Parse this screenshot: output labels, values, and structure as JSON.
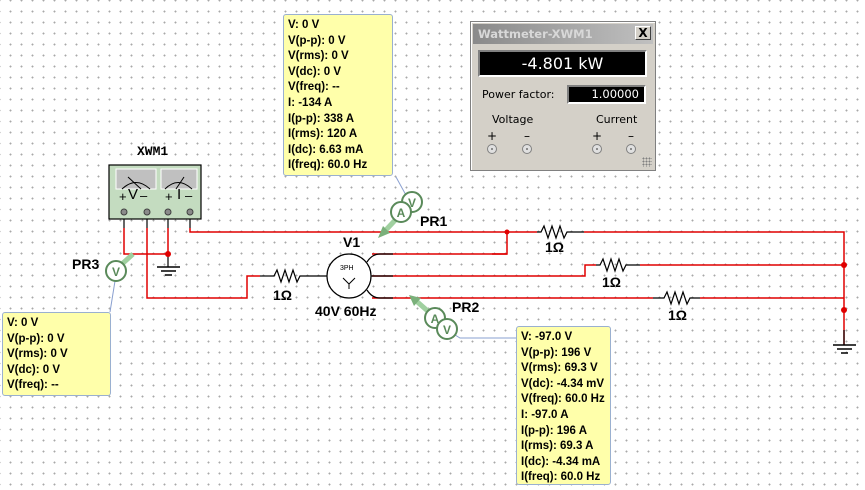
{
  "schematic": {
    "wattmeter_ref": "XWM1",
    "wattmeter_symbol": {
      "voltage_label": "V",
      "current_label": "I",
      "plus": "+",
      "minus": "–"
    },
    "source": {
      "ref": "V1",
      "value": "40V 60Hz",
      "symbol_text": "3PH",
      "connection_symbol": "Y"
    },
    "resistors": [
      {
        "id": "r-source",
        "label": "1Ω"
      },
      {
        "id": "r-load-a",
        "label": "1Ω"
      },
      {
        "id": "r-load-b",
        "label": "1Ω"
      },
      {
        "id": "r-load-c",
        "label": "1Ω"
      }
    ],
    "probes": [
      {
        "ref": "PR1",
        "type": "AV",
        "readings": [
          "V: 0 V",
          "V(p-p): 0 V",
          "V(rms): 0 V",
          "V(dc): 0 V",
          "V(freq): --",
          "I: -134 A",
          "I(p-p): 338 A",
          "I(rms): 120 A",
          "I(dc): 6.63 mA",
          "I(freq): 60.0 Hz"
        ]
      },
      {
        "ref": "PR2",
        "type": "AV",
        "readings": [
          "V: -97.0 V",
          "V(p-p): 196 V",
          "V(rms): 69.3 V",
          "V(dc): -4.34 mV",
          "V(freq): 60.0 Hz",
          "I: -97.0 A",
          "I(p-p): 196 A",
          "I(rms): 69.3 A",
          "I(dc): -4.34 mA",
          "I(freq): 60.0 Hz"
        ]
      },
      {
        "ref": "PR3",
        "type": "V",
        "readings": [
          "V: 0 V",
          "V(p-p): 0 V",
          "V(rms): 0 V",
          "V(dc): 0 V",
          "V(freq): --"
        ]
      }
    ],
    "colors": {
      "wire": "#e00000",
      "probe": "#5a8a5a",
      "probe_fill": "#a8d8a8",
      "note": "#ffffaa",
      "wattmeter_body": "#c4dcc0"
    }
  },
  "wattmeter_window": {
    "title": "Wattmeter-XWM1",
    "close_label": "X",
    "power_reading": "-4.801 kW",
    "power_factor_label": "Power factor:",
    "power_factor_value": "1.00000",
    "voltage_label": "Voltage",
    "current_label": "Current",
    "plus": "+",
    "minus": "–"
  }
}
